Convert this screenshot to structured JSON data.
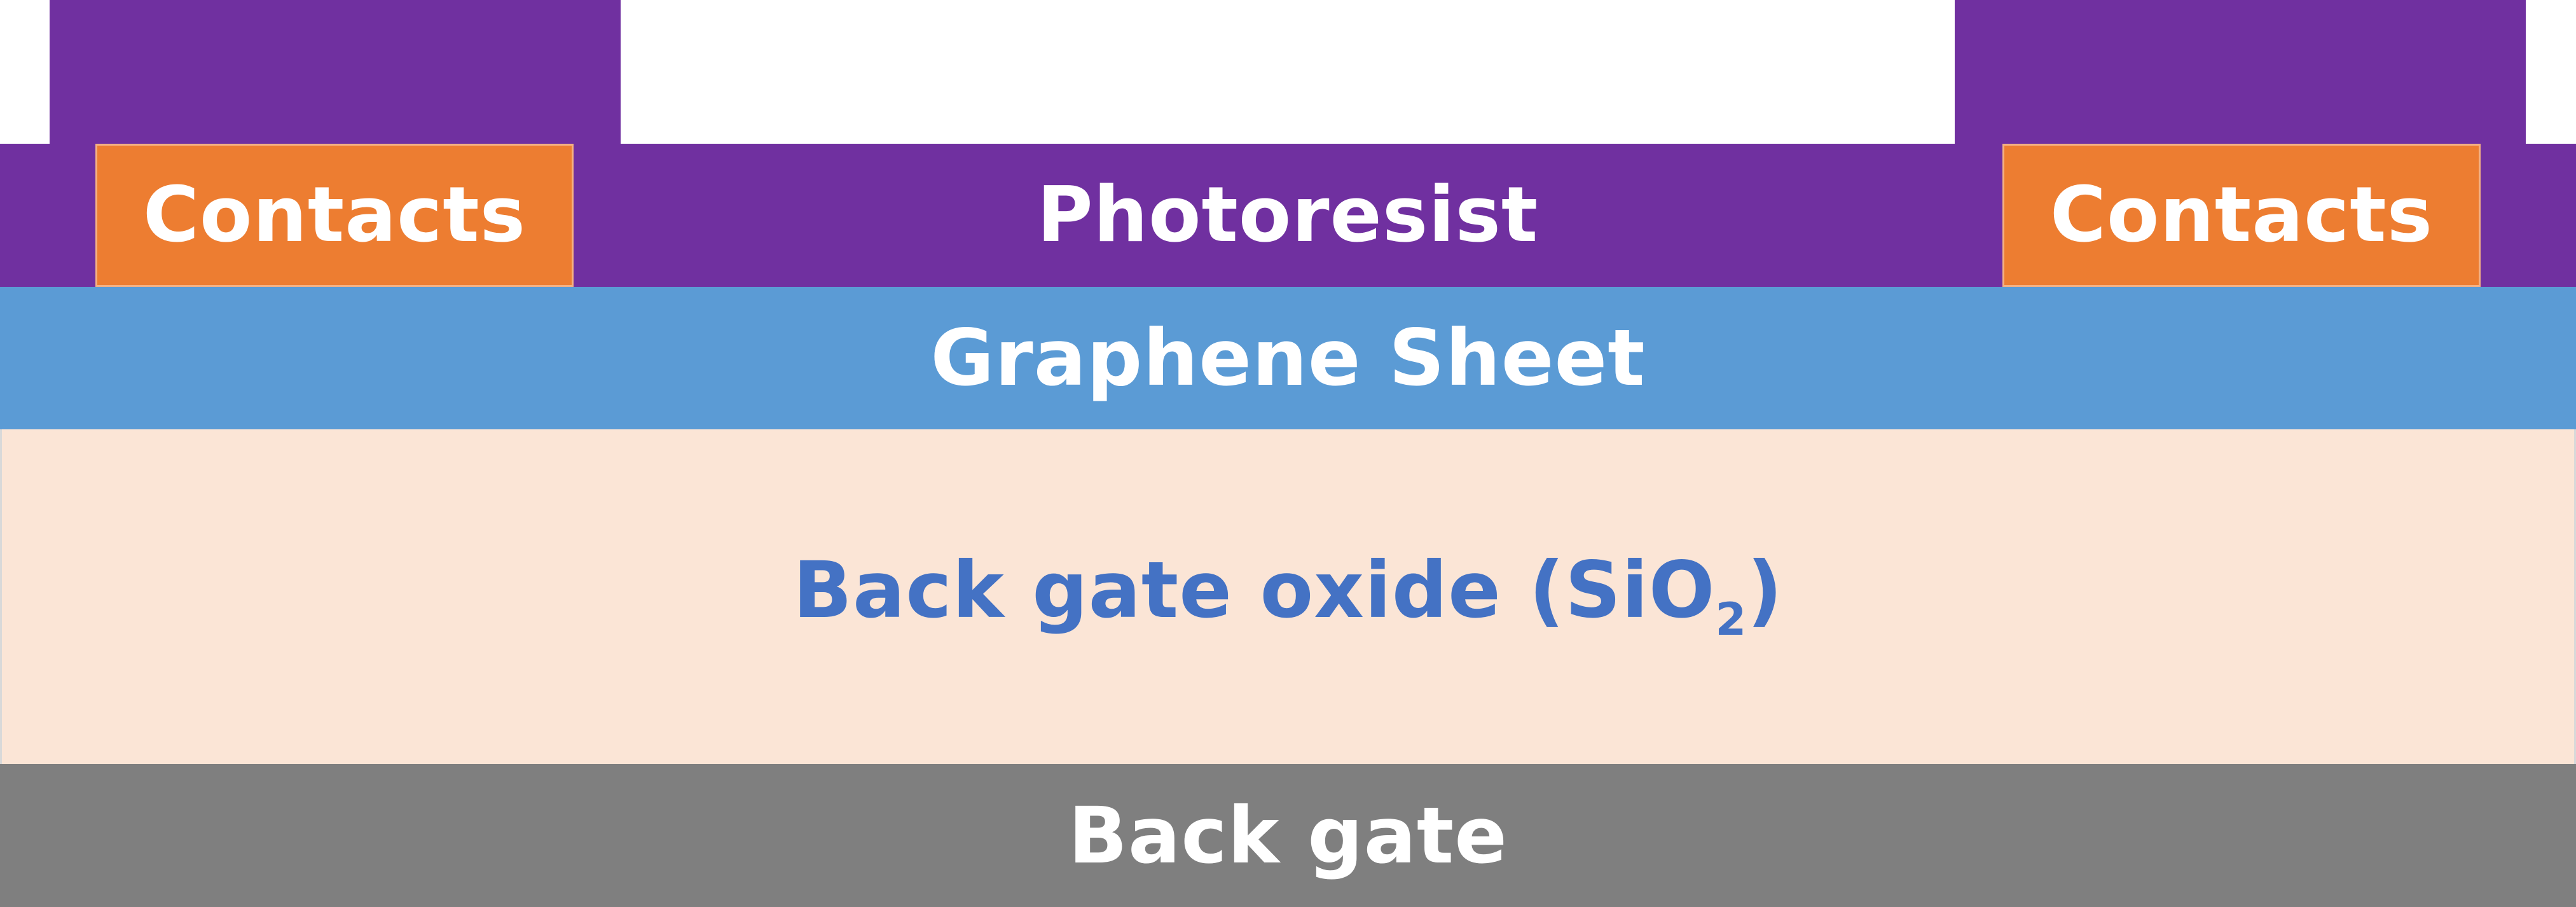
{
  "colors": {
    "photoresist": "#7030A0",
    "contacts": "#ED7D31",
    "graphene": "#5B9BD5",
    "oxide": "#FBE5D6",
    "oxide_text": "#4472C4",
    "back_gate": "#7F7F7F"
  },
  "layers": {
    "photoresist": {
      "label": "Photoresist"
    },
    "contacts": [
      {
        "label": "Contacts"
      },
      {
        "label": "Contacts"
      }
    ],
    "graphene": {
      "label": "Graphene Sheet"
    },
    "oxide": {
      "label_main": "Back gate oxide (SiO",
      "label_subscript": "2",
      "label_end": ")"
    },
    "back_gate": {
      "label": "Back gate"
    }
  }
}
